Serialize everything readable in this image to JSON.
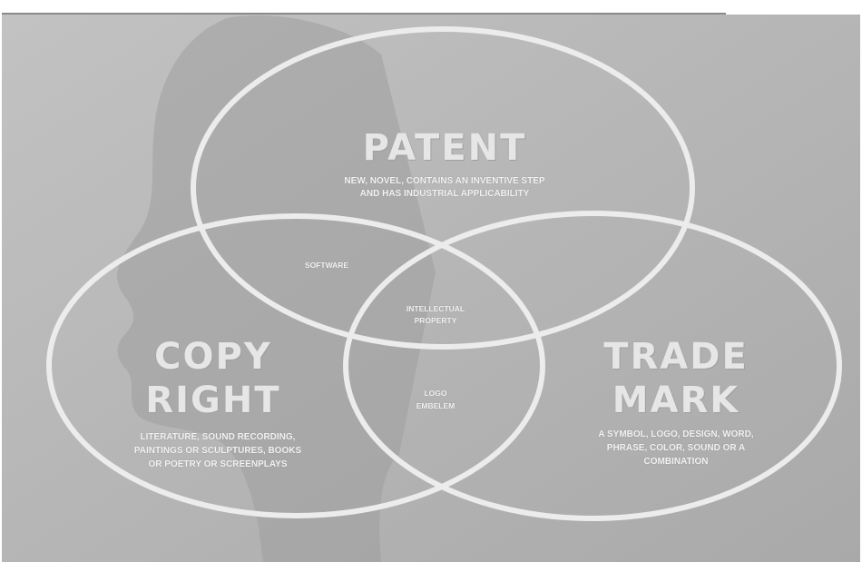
{
  "patent": {
    "title": "PATENT",
    "desc_line1": "NEW, NOVEL, CONTAINS AN INVENTIVE STEP",
    "desc_line2": "AND HAS INDUSTRIAL APPLICABILITY"
  },
  "copyright": {
    "title_line1": "COPY",
    "title_line2": "RIGHT",
    "desc_line1": "LITERATURE, SOUND RECORDING,",
    "desc_line2": "PAINTINGS OR SCULPTURES, BOOKS",
    "desc_line3": "OR POETRY OR SCREENPLAYS"
  },
  "trademark": {
    "title_line1": "TRADE",
    "title_line2": "MARK",
    "desc_line1": "A SYMBOL, LOGO, DESIGN, WORD,",
    "desc_line2": "PHRASE, COLOR, SOUND OR A",
    "desc_line3": "COMBINATION"
  },
  "overlaps": {
    "patent_copyright": "SOFTWARE",
    "center_line1": "INTELLECTUAL",
    "center_line2": "PROPERTY",
    "copyright_trademark_line1": "LOGO",
    "copyright_trademark_line2": "EMBELEM"
  }
}
